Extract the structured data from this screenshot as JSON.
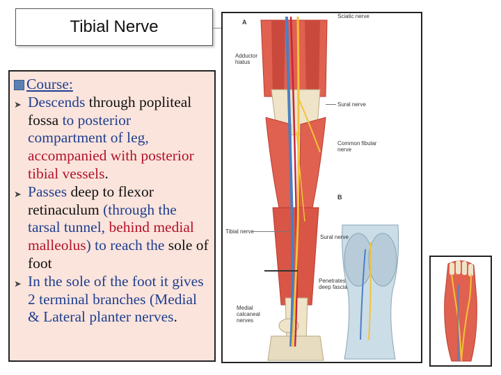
{
  "slide": {
    "title": "Tibial  Nerve",
    "heading": "Course:",
    "bullets": [
      {
        "segments": [
          {
            "text": "Descends ",
            "color": "blue"
          },
          {
            "text": "through popliteal fossa ",
            "color": "black"
          },
          {
            "text": "to posterior compartment of leg, ",
            "color": "blue"
          },
          {
            "text": "accompanied with posterior tibial vessels",
            "color": "red"
          },
          {
            "text": ".",
            "color": "black"
          }
        ]
      },
      {
        "segments": [
          {
            "text": "Passes ",
            "color": "blue"
          },
          {
            "text": "deep to flexor retinaculum ",
            "color": "black"
          },
          {
            "text": "(through the tarsal tunnel, ",
            "color": "blue"
          },
          {
            "text": "behind medial malleolus",
            "color": "red"
          },
          {
            "text": ") to reach the ",
            "color": "blue"
          },
          {
            "text": "sole of foot",
            "color": "black"
          }
        ]
      },
      {
        "segments": [
          {
            "text": "In the sole of the foot it gives 2 terminal branches ",
            "color": "blue"
          },
          {
            "text": "(Medial & Lateral planter nerves",
            "color": "blue"
          },
          {
            "text": ".",
            "color": "black"
          }
        ]
      }
    ]
  },
  "figure": {
    "panel_a": "A",
    "panel_b": "B",
    "labels": {
      "sciatic": "Sciatic nerve",
      "adductor": "Adductor hiatus",
      "sural": "Sural nerve",
      "common_fibular": "Common fibular nerve",
      "tibial": "Tibial nerve",
      "sural_b": "Sural nerve",
      "penetrates": "Penetrates deep fascia",
      "calcaneal": "Medial calcaneal nerves"
    }
  },
  "colors": {
    "muscle": "#e0614f",
    "muscle_dark": "#b83c30",
    "bone": "#efe4c8",
    "nerve": "#f2c23a",
    "vein": "#4a7fc4",
    "skin": "#cbdde6",
    "panel_bg": "#fbe4dc"
  }
}
